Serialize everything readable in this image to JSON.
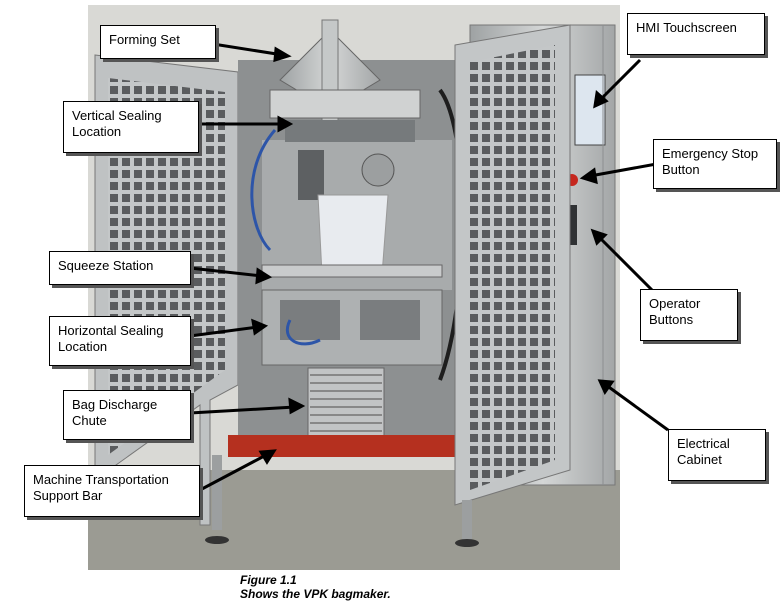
{
  "figure": {
    "callouts": {
      "forming_set": "Forming Set",
      "vertical_sealing": [
        "Vertical Sealing",
        "Location"
      ],
      "squeeze_station": "Squeeze Station",
      "horizontal_sealing": [
        "Horizontal Sealing",
        "Location"
      ],
      "bag_discharge": [
        "Bag Discharge",
        "Chute"
      ],
      "transport_bar": [
        "Machine Transportation",
        "Support Bar"
      ],
      "hmi": "HMI Touchscreen",
      "estop": [
        "Emergency Stop",
        "Button"
      ],
      "operator_buttons": [
        "Operator",
        "Buttons"
      ],
      "electrical_cabinet": [
        "Electrical",
        "Cabinet"
      ]
    },
    "caption": {
      "line1": "Figure 1.1",
      "line2": "Shows the VPK bagmaker."
    }
  },
  "colors": {
    "stainless": "#b9bcbd",
    "dark_steel": "#6f7274",
    "support_bar": "#b5301f",
    "floor": "#9a9a92",
    "wall": "#d8d8d4"
  }
}
